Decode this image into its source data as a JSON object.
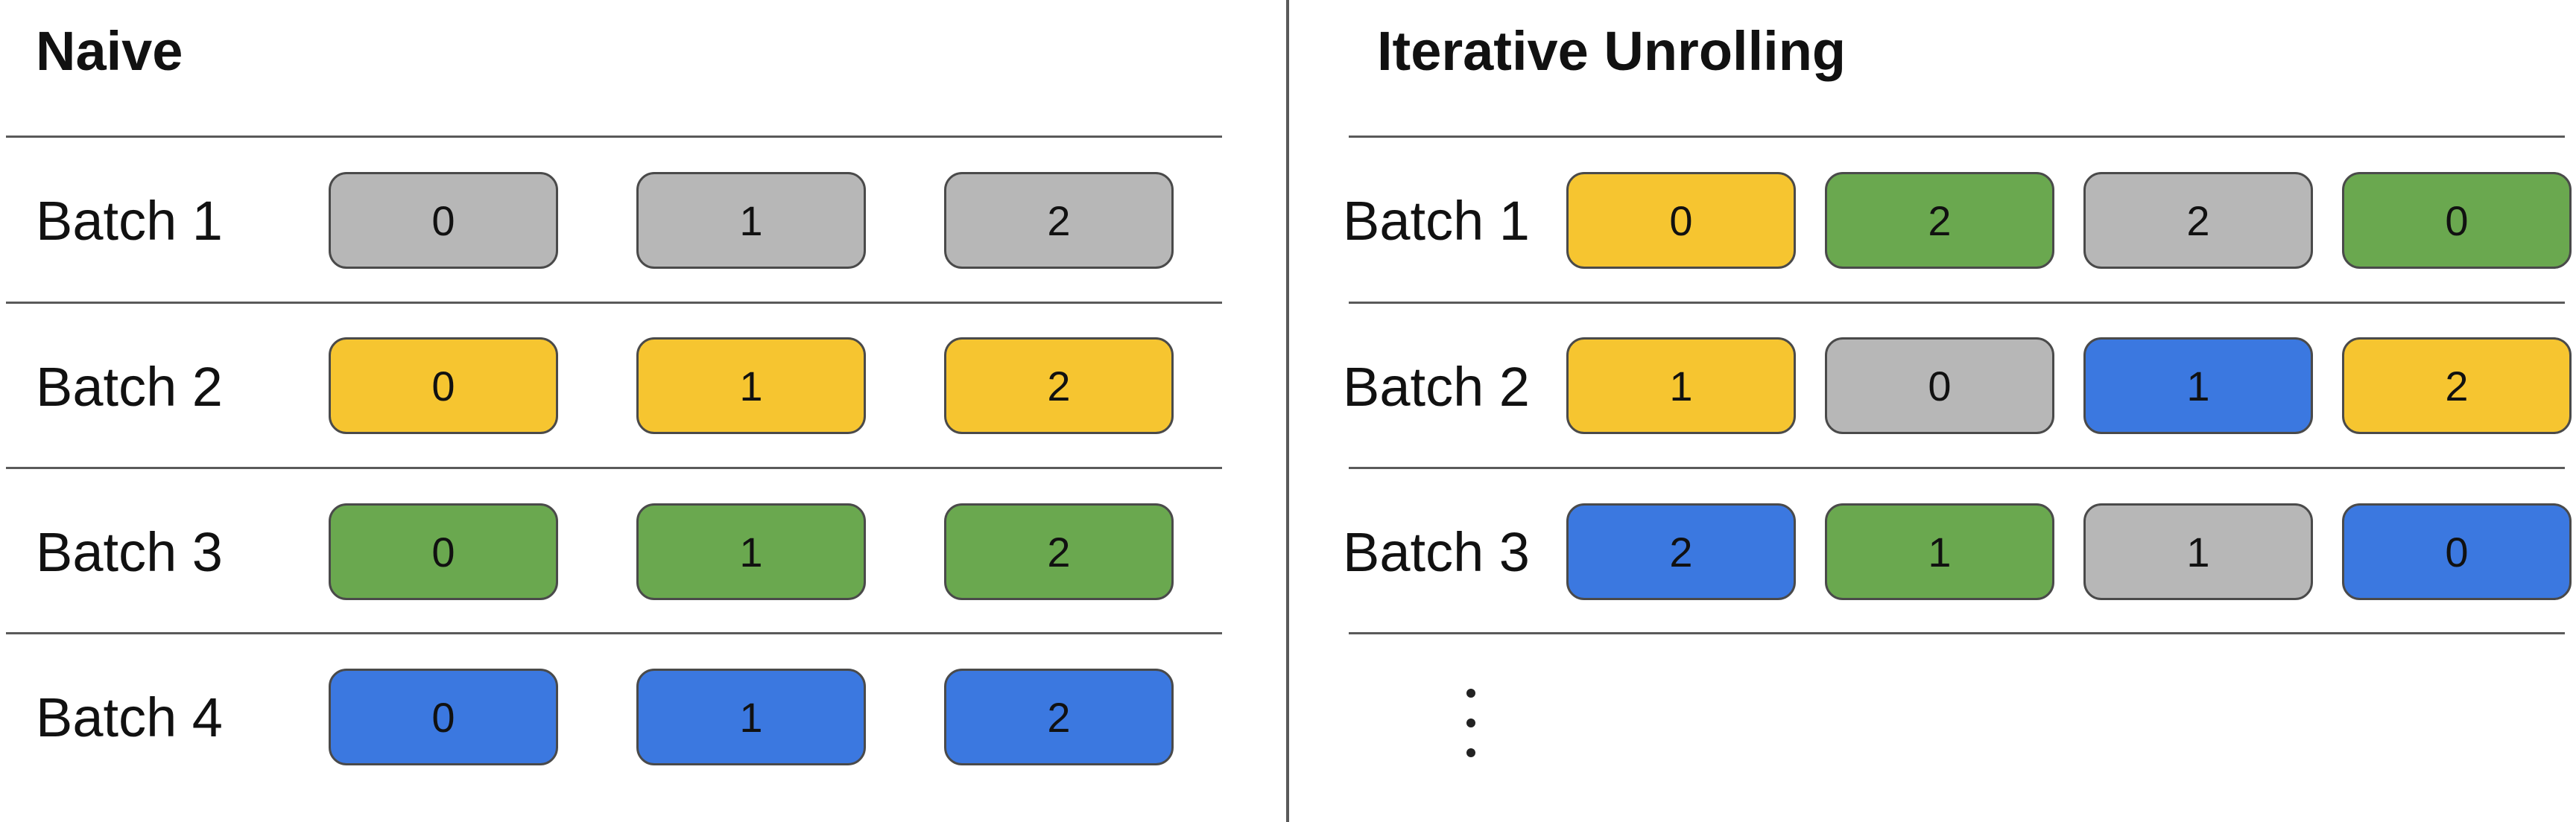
{
  "naive": {
    "title": "Naive",
    "rows": [
      {
        "label": "Batch 1",
        "cells": [
          {
            "value": "0",
            "color": "gray"
          },
          {
            "value": "1",
            "color": "gray"
          },
          {
            "value": "2",
            "color": "gray"
          }
        ]
      },
      {
        "label": "Batch 2",
        "cells": [
          {
            "value": "0",
            "color": "yellow"
          },
          {
            "value": "1",
            "color": "yellow"
          },
          {
            "value": "2",
            "color": "yellow"
          }
        ]
      },
      {
        "label": "Batch 3",
        "cells": [
          {
            "value": "0",
            "color": "green"
          },
          {
            "value": "1",
            "color": "green"
          },
          {
            "value": "2",
            "color": "green"
          }
        ]
      },
      {
        "label": "Batch 4",
        "cells": [
          {
            "value": "0",
            "color": "blue"
          },
          {
            "value": "1",
            "color": "blue"
          },
          {
            "value": "2",
            "color": "blue"
          }
        ]
      }
    ]
  },
  "iterative": {
    "title": "Iterative Unrolling",
    "rows": [
      {
        "label": "Batch 1",
        "cells": [
          {
            "value": "0",
            "color": "yellow"
          },
          {
            "value": "2",
            "color": "green"
          },
          {
            "value": "2",
            "color": "gray"
          },
          {
            "value": "0",
            "color": "green"
          }
        ]
      },
      {
        "label": "Batch 2",
        "cells": [
          {
            "value": "1",
            "color": "yellow"
          },
          {
            "value": "0",
            "color": "gray"
          },
          {
            "value": "1",
            "color": "blue"
          },
          {
            "value": "2",
            "color": "yellow"
          }
        ]
      },
      {
        "label": "Batch 3",
        "cells": [
          {
            "value": "2",
            "color": "blue"
          },
          {
            "value": "1",
            "color": "green"
          },
          {
            "value": "1",
            "color": "gray"
          },
          {
            "value": "0",
            "color": "blue"
          }
        ]
      }
    ]
  },
  "colors": {
    "gray": "#b7b7b7",
    "yellow": "#f6c530",
    "green": "#6aa84f",
    "blue": "#3b78e0",
    "line": "#5a5a5a"
  }
}
